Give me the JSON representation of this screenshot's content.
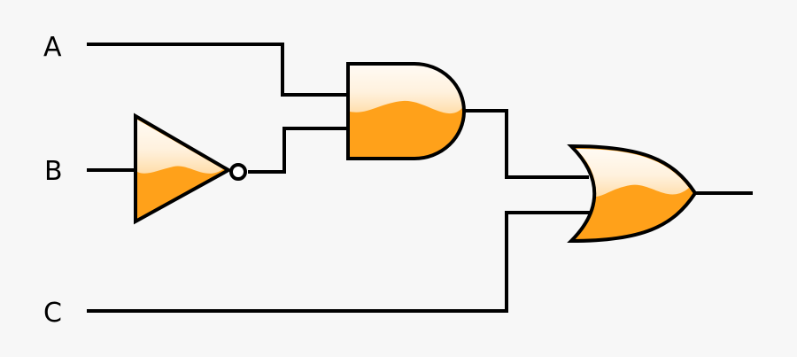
{
  "inputs": {
    "a": "A",
    "b": "B",
    "c": "C"
  },
  "gates": [
    {
      "type": "NOT",
      "input": "B"
    },
    {
      "type": "AND",
      "inputs": [
        "A",
        "NOT B"
      ]
    },
    {
      "type": "OR",
      "inputs": [
        "AND output",
        "C"
      ]
    }
  ],
  "colors": {
    "background": "#f7f7f7",
    "gate_fill": "#ffa11a",
    "gate_highlight": "#ffffff",
    "stroke": "#000000"
  }
}
